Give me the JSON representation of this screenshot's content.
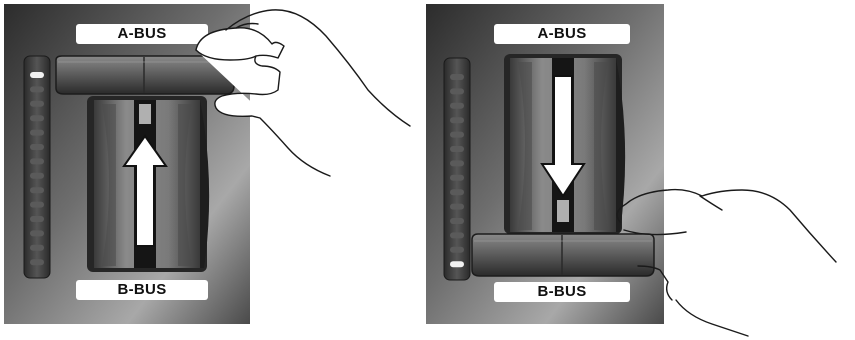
{
  "panels": {
    "left": {
      "top_label": "A-BUS",
      "bottom_label": "B-BUS",
      "arrow_direction": "up",
      "lever_position": "top",
      "lit_led": "top"
    },
    "right": {
      "top_label": "A-BUS",
      "bottom_label": "B-BUS",
      "arrow_direction": "down",
      "lever_position": "bottom",
      "lit_led": "bottom"
    }
  },
  "colors": {
    "panel_dark": "#2e2e2e",
    "panel_light": "#9a9a9a",
    "led_lit": "#f2f2f2",
    "led_off": "#5a5a5a",
    "label_bg": "#ffffff",
    "arrow": "#ffffff"
  }
}
